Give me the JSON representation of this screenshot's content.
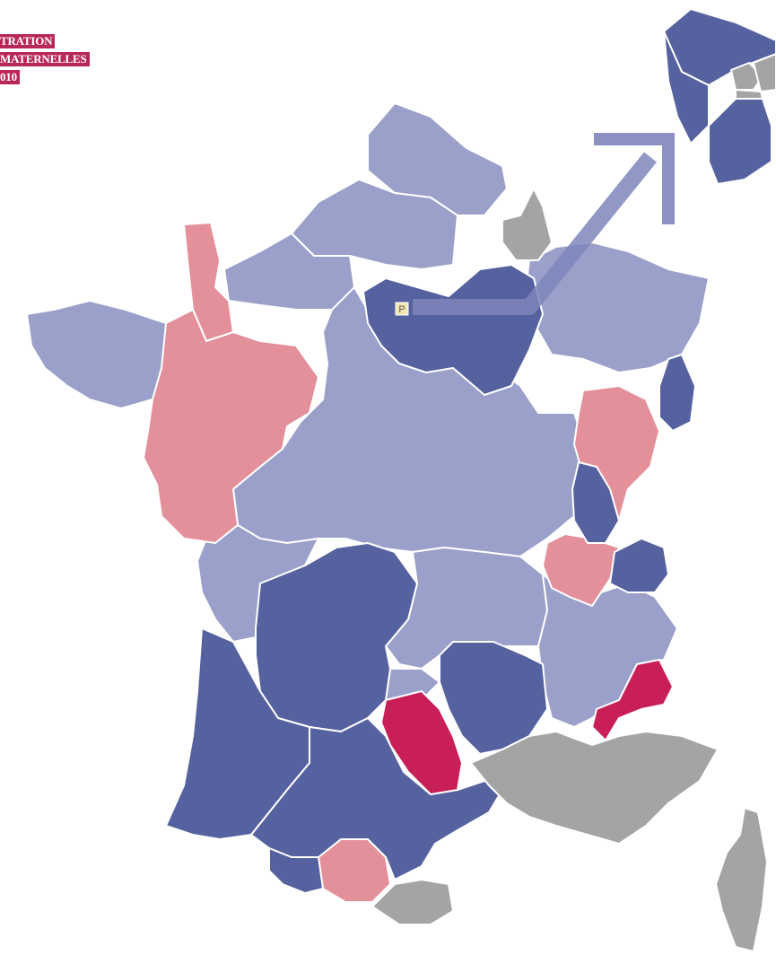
{
  "title_lines": [
    "TRATION",
    "MATERNELLES",
    "010"
  ],
  "paris_marker": "P",
  "colors": {
    "very_high": "#c91f57",
    "high": "#e3909b",
    "medium": "#9aa0c9",
    "low": "#56629f",
    "no_data": "#a4a4a4",
    "arrow": "#7e86bb",
    "title_bg": "#b8275a"
  }
}
